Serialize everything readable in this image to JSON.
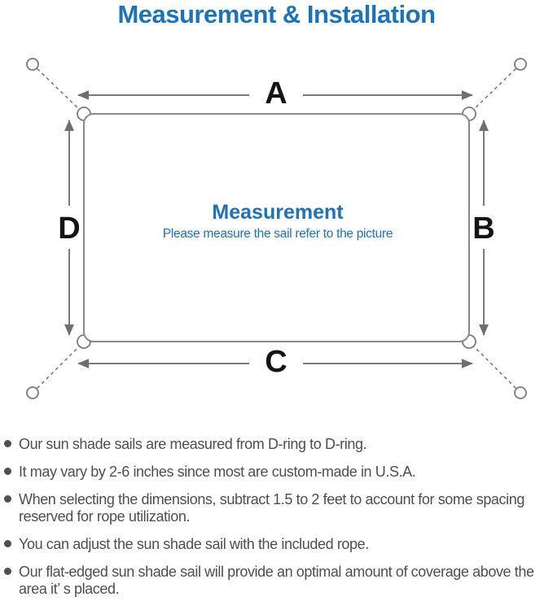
{
  "title": "Measurement & Installation",
  "diagram": {
    "label_a": "A",
    "label_b": "B",
    "label_c": "C",
    "label_d": "D",
    "center_title": "Measurement",
    "center_subtitle": "Please measure the sail refer to the picture",
    "colors": {
      "accent_blue": "#1b74b9",
      "line_gray": "#7b7b7b",
      "outline_gray": "#8a8a8a",
      "label_black": "#141414"
    }
  },
  "notes": {
    "items": [
      "Our sun shade sails are measured from D-ring to D-ring.",
      "It may vary by 2-6 inches since most are custom-made in U.S.A.",
      "When selecting the dimensions, subtract 1.5 to 2 feet to account for some spacing reserved for rope utilization.",
      "You can adjust the sun shade sail with the included rope.",
      "Our flat-edged sun shade sail will provide an optimal amount of coverage above the area it’ s placed."
    ]
  }
}
